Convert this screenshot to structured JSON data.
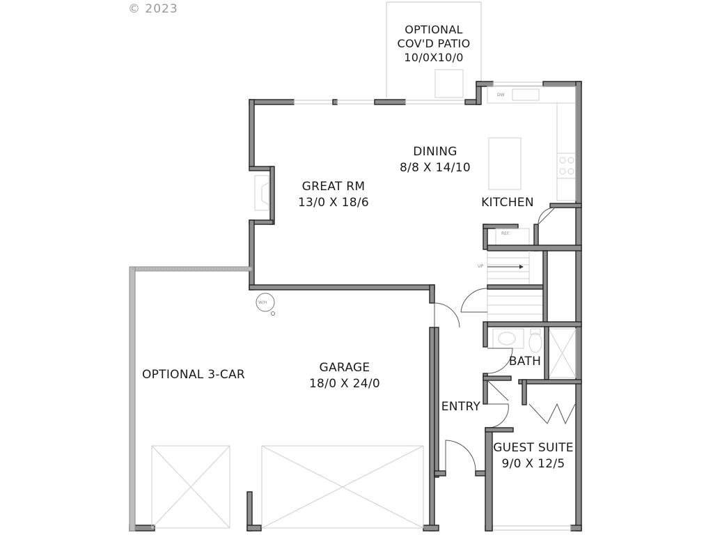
{
  "copyright": "© 2023",
  "rooms": {
    "patio": {
      "line1": "OPTIONAL",
      "line2": "COV'D PATIO",
      "line3": "10/0X10/0"
    },
    "dining": {
      "name": "DINING",
      "dims": "8/8 X 14/10"
    },
    "great_rm": {
      "name": "GREAT RM",
      "dims": "13/0 X 18/6"
    },
    "kitchen": {
      "name": "KITCHEN"
    },
    "garage": {
      "name": "GARAGE",
      "dims": "18/0 X 24/0"
    },
    "optional_3car": {
      "name": "OPTIONAL 3-CAR"
    },
    "bath": {
      "name": "BATH"
    },
    "entry": {
      "name": "ENTRY"
    },
    "guest_suite": {
      "name": "GUEST SUITE",
      "dims": "9/0 X 12/5"
    }
  },
  "small_labels": {
    "dw": "DW",
    "ref": "REF.",
    "up": "UP",
    "wh": "W/H"
  },
  "colors": {
    "wall": "#2b2b2b",
    "wall_fill": "#9a9a9a",
    "fixture": "#c8c8c8",
    "optional": "#a8a8a8"
  }
}
